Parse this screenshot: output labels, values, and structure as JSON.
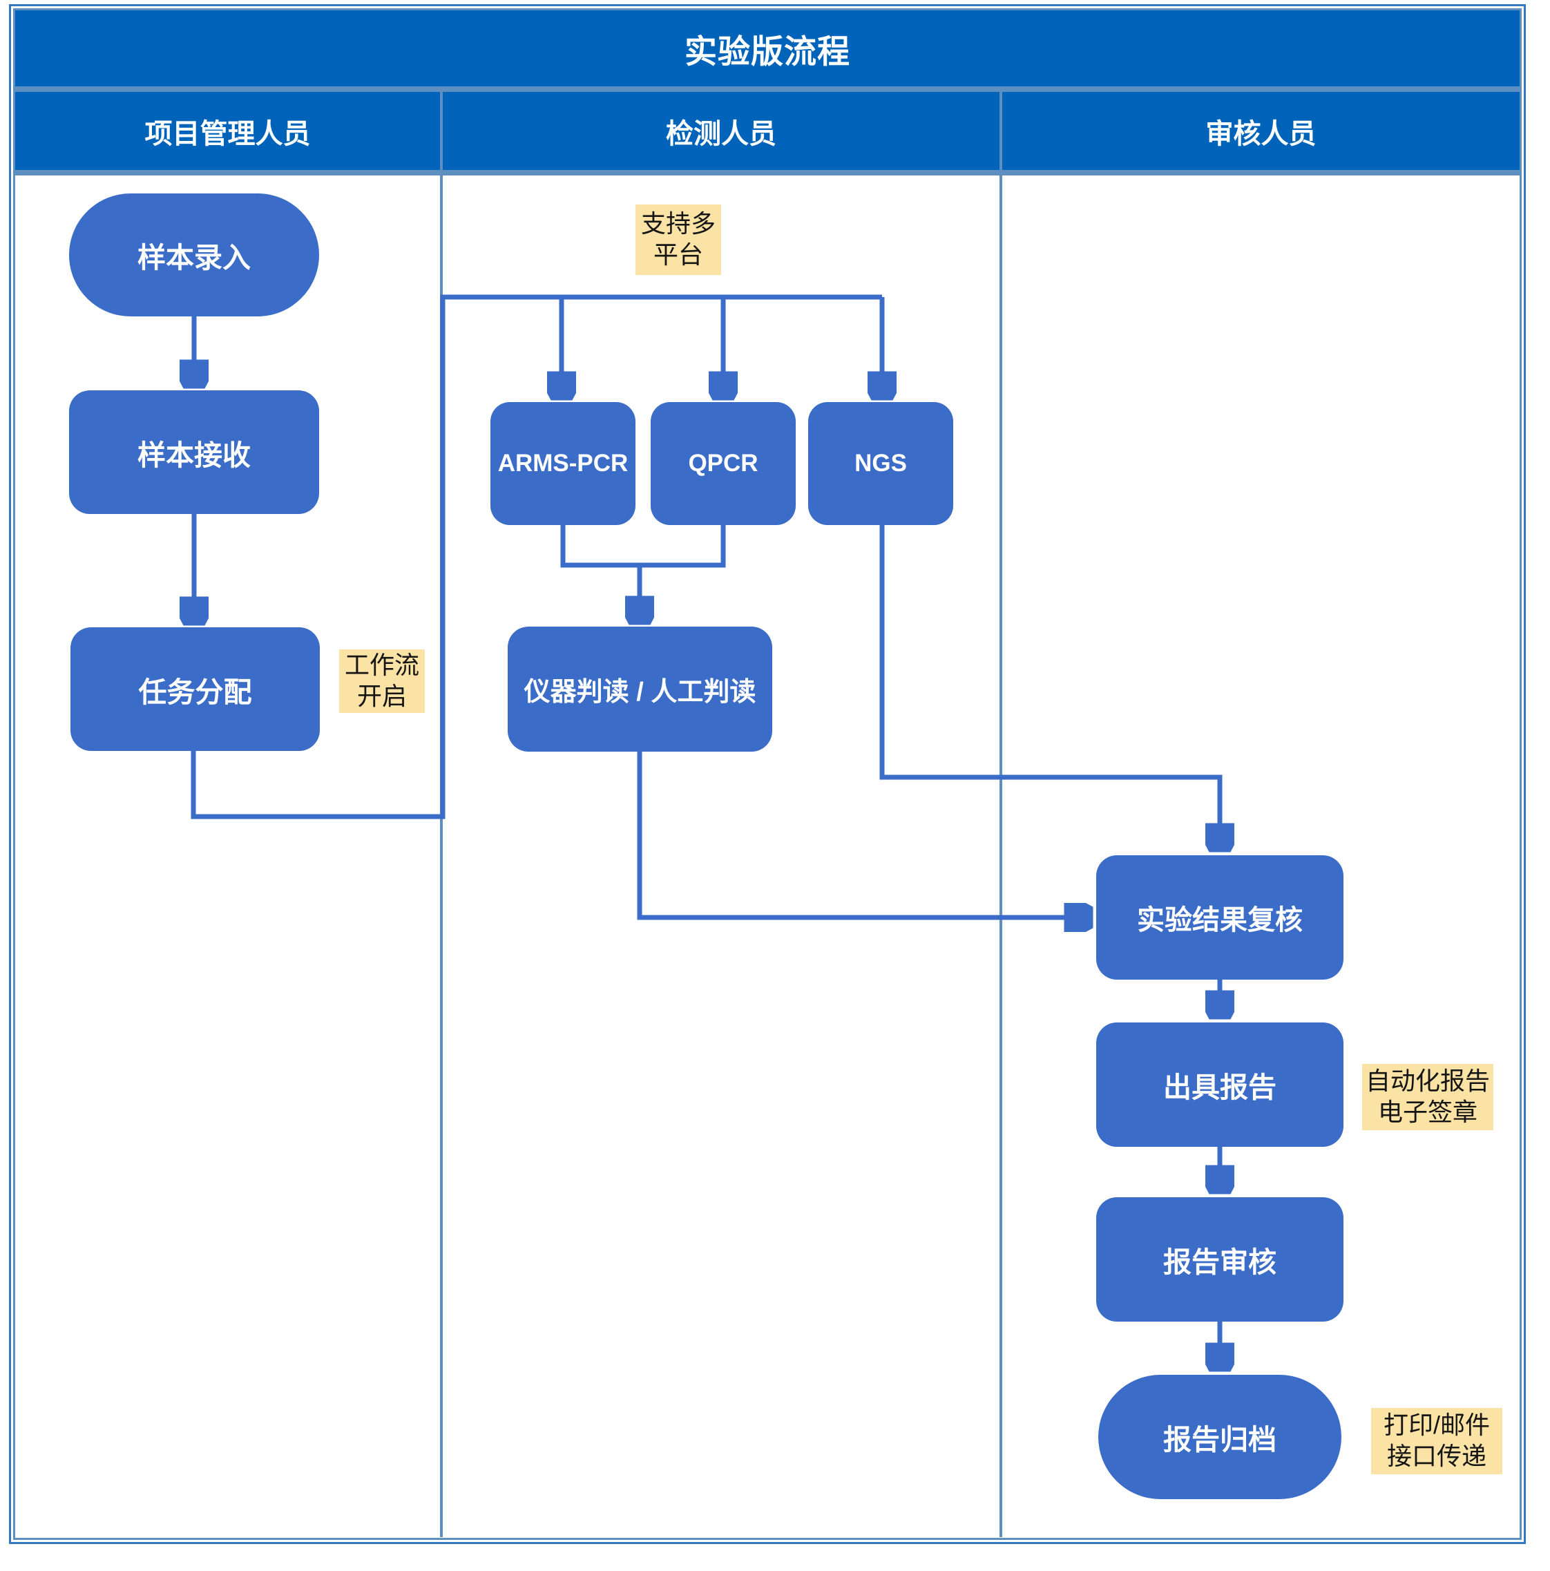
{
  "title": "实验版流程",
  "lanes": [
    {
      "label": "项目管理人员"
    },
    {
      "label": "检测人员"
    },
    {
      "label": "审核人员"
    }
  ],
  "nodes": [
    {
      "id": "sample-entry",
      "label": "样本录入",
      "shape": "stadium",
      "lane": "项目管理人员"
    },
    {
      "id": "sample-receive",
      "label": "样本接收",
      "shape": "rect",
      "lane": "项目管理人员"
    },
    {
      "id": "task-assign",
      "label": "任务分配",
      "shape": "rect",
      "lane": "项目管理人员"
    },
    {
      "id": "arms-pcr",
      "label": "ARMS-PCR",
      "shape": "rect",
      "lane": "检测人员"
    },
    {
      "id": "qpcr",
      "label": "QPCR",
      "shape": "rect",
      "lane": "检测人员"
    },
    {
      "id": "ngs",
      "label": "NGS",
      "shape": "rect",
      "lane": "检测人员"
    },
    {
      "id": "reading",
      "label": "仪器判读 / 人工判读",
      "shape": "rect",
      "lane": "检测人员"
    },
    {
      "id": "result-review",
      "label": "实验结果复核",
      "shape": "rect",
      "lane": "审核人员"
    },
    {
      "id": "issue-report",
      "label": "出具报告",
      "shape": "rect",
      "lane": "审核人员"
    },
    {
      "id": "report-review",
      "label": "报告审核",
      "shape": "rect",
      "lane": "审核人员"
    },
    {
      "id": "report-archive",
      "label": "报告归档",
      "shape": "stadium",
      "lane": "审核人员"
    }
  ],
  "notes": [
    {
      "id": "multi-platform",
      "lines": [
        "支持多",
        "平台"
      ],
      "attached_to": "platform-branch"
    },
    {
      "id": "workflow-start",
      "lines": [
        "工作流",
        "开启"
      ],
      "attached_to": "task-assign"
    },
    {
      "id": "auto-report",
      "lines": [
        "自动化报告",
        "电子签章"
      ],
      "attached_to": "issue-report"
    },
    {
      "id": "print-mail",
      "lines": [
        "打印/邮件",
        "接口传递"
      ],
      "attached_to": "report-archive"
    }
  ],
  "edges": [
    {
      "from": "sample-entry",
      "to": "sample-receive"
    },
    {
      "from": "sample-receive",
      "to": "task-assign"
    },
    {
      "from": "task-assign",
      "to": "platform-branch"
    },
    {
      "from": "platform-branch",
      "to": "arms-pcr"
    },
    {
      "from": "platform-branch",
      "to": "qpcr"
    },
    {
      "from": "platform-branch",
      "to": "ngs"
    },
    {
      "from": "arms-pcr",
      "to": "reading"
    },
    {
      "from": "qpcr",
      "to": "reading"
    },
    {
      "from": "reading",
      "to": "result-review"
    },
    {
      "from": "ngs",
      "to": "result-review"
    },
    {
      "from": "result-review",
      "to": "issue-report"
    },
    {
      "from": "issue-report",
      "to": "report-review"
    },
    {
      "from": "report-review",
      "to": "report-archive"
    }
  ],
  "colors": {
    "band_blue": "#0063BA",
    "node_blue": "#3A6CC8",
    "connector_blue": "#3A6CC8",
    "note_yellow": "#FAE3A4",
    "lane_divider": "#5E8FC1",
    "frame_border": "#3578C2",
    "node_text": "#FFFFFF",
    "note_text": "#151515"
  }
}
